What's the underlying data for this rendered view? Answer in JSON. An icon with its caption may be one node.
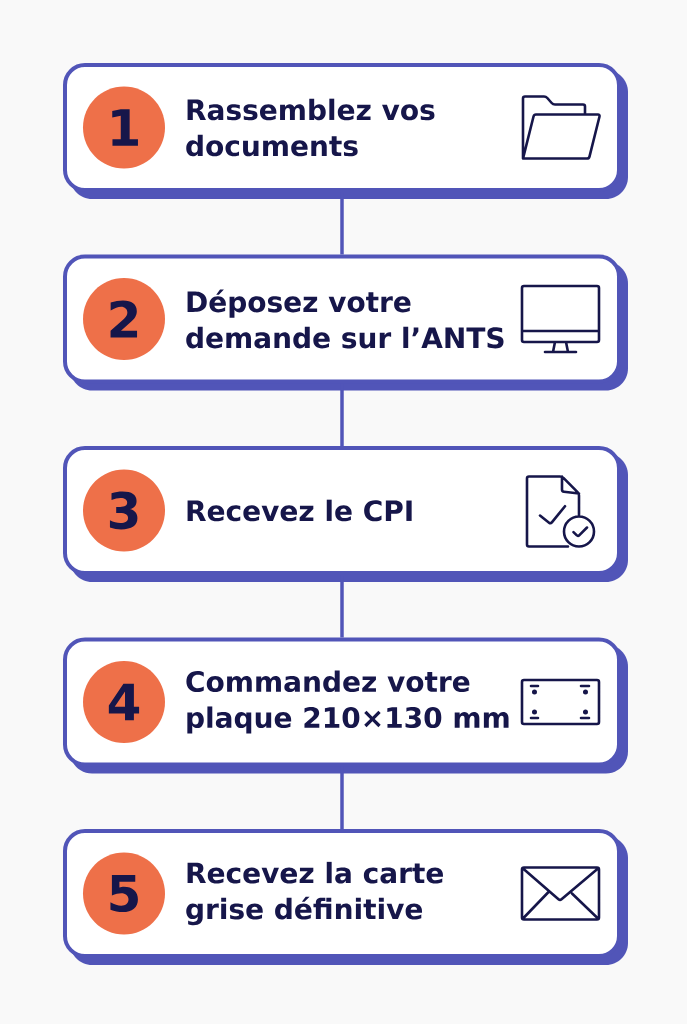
{
  "diagram": {
    "nodes": [
      {
        "text": [
          "Rassemblez vos documents"
        ]
      },
      {
        "text": [
          "1"
        ],
        "in": 0
      },
      {
        "text": [
          "Déposez votre demande sur l’ANTS"
        ]
      },
      {
        "text": [
          "2"
        ],
        "in": 2
      },
      {
        "text": [
          "Recevez le CPI"
        ]
      },
      {
        "text": [
          "3"
        ],
        "in": 4
      },
      {
        "text": [
          "Commandez votre plaque 210×130 mm"
        ]
      },
      {
        "text": [
          "4"
        ],
        "in": 6
      },
      {
        "text": [
          "Recevez la carte grise définitive"
        ]
      },
      {
        "text": [
          "5"
        ],
        "in": 8
      }
    ],
    "edges": [
      {
        "from": 0,
        "to": 2,
        "arrow": "none"
      },
      {
        "from": 2,
        "to": 4,
        "arrow": "none"
      },
      {
        "from": 4,
        "to": 6,
        "arrow": "none"
      },
      {
        "from": 6,
        "to": 8,
        "arrow": "none"
      }
    ]
  }
}
